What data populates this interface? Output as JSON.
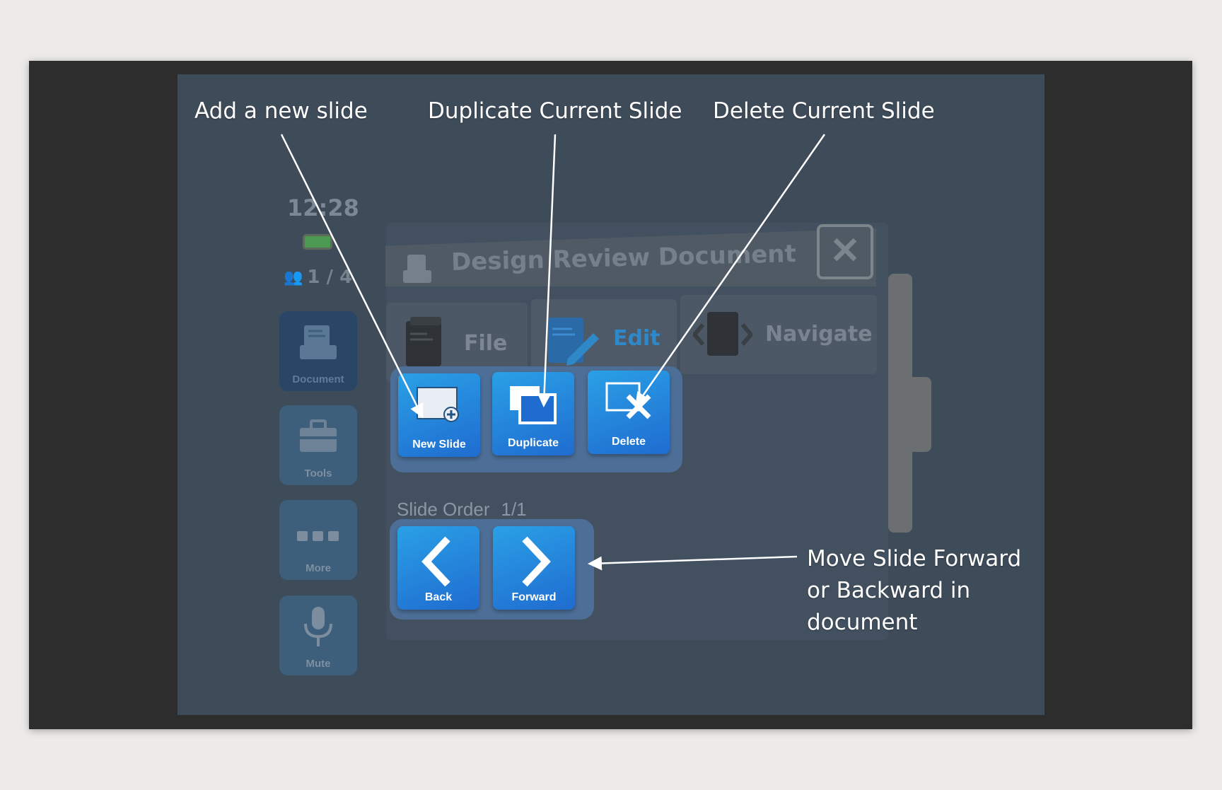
{
  "status": {
    "time": "12:28",
    "users": "1 / 4"
  },
  "sidebar": {
    "items": [
      {
        "label": "Document",
        "icon": "document-icon"
      },
      {
        "label": "Tools",
        "icon": "toolbox-icon"
      },
      {
        "label": "More",
        "icon": "more-icon"
      },
      {
        "label": "Mute",
        "icon": "microphone-icon"
      }
    ]
  },
  "panel": {
    "title": "Design Review Document",
    "close_symbol": "✕",
    "tabs": [
      {
        "label": "File",
        "icon": "file-icon"
      },
      {
        "label": "Edit",
        "icon": "edit-icon"
      },
      {
        "label": "Navigate",
        "icon": "navigate-icon"
      }
    ],
    "edit_actions": [
      {
        "label": "New Slide",
        "icon": "new-slide-icon"
      },
      {
        "label": "Duplicate",
        "icon": "duplicate-icon"
      },
      {
        "label": "Delete",
        "icon": "delete-slide-icon"
      }
    ],
    "slide_order": {
      "label": "Slide Order",
      "value": "1/1",
      "buttons": [
        {
          "label": "Back",
          "icon": "chevron-left-icon"
        },
        {
          "label": "Forward",
          "icon": "chevron-right-icon"
        }
      ]
    }
  },
  "annotations": {
    "add": "Add a new slide",
    "duplicate": "Duplicate Current Slide",
    "delete": "Delete Current Slide",
    "move_line1": "Move Slide Forward",
    "move_line2": "or Backward in",
    "move_line3": "document"
  },
  "colors": {
    "accent": "#2a9be3",
    "edit_tab": "#2f88c8",
    "frame": "#2d2d2d",
    "scene": "#3e4b59"
  }
}
